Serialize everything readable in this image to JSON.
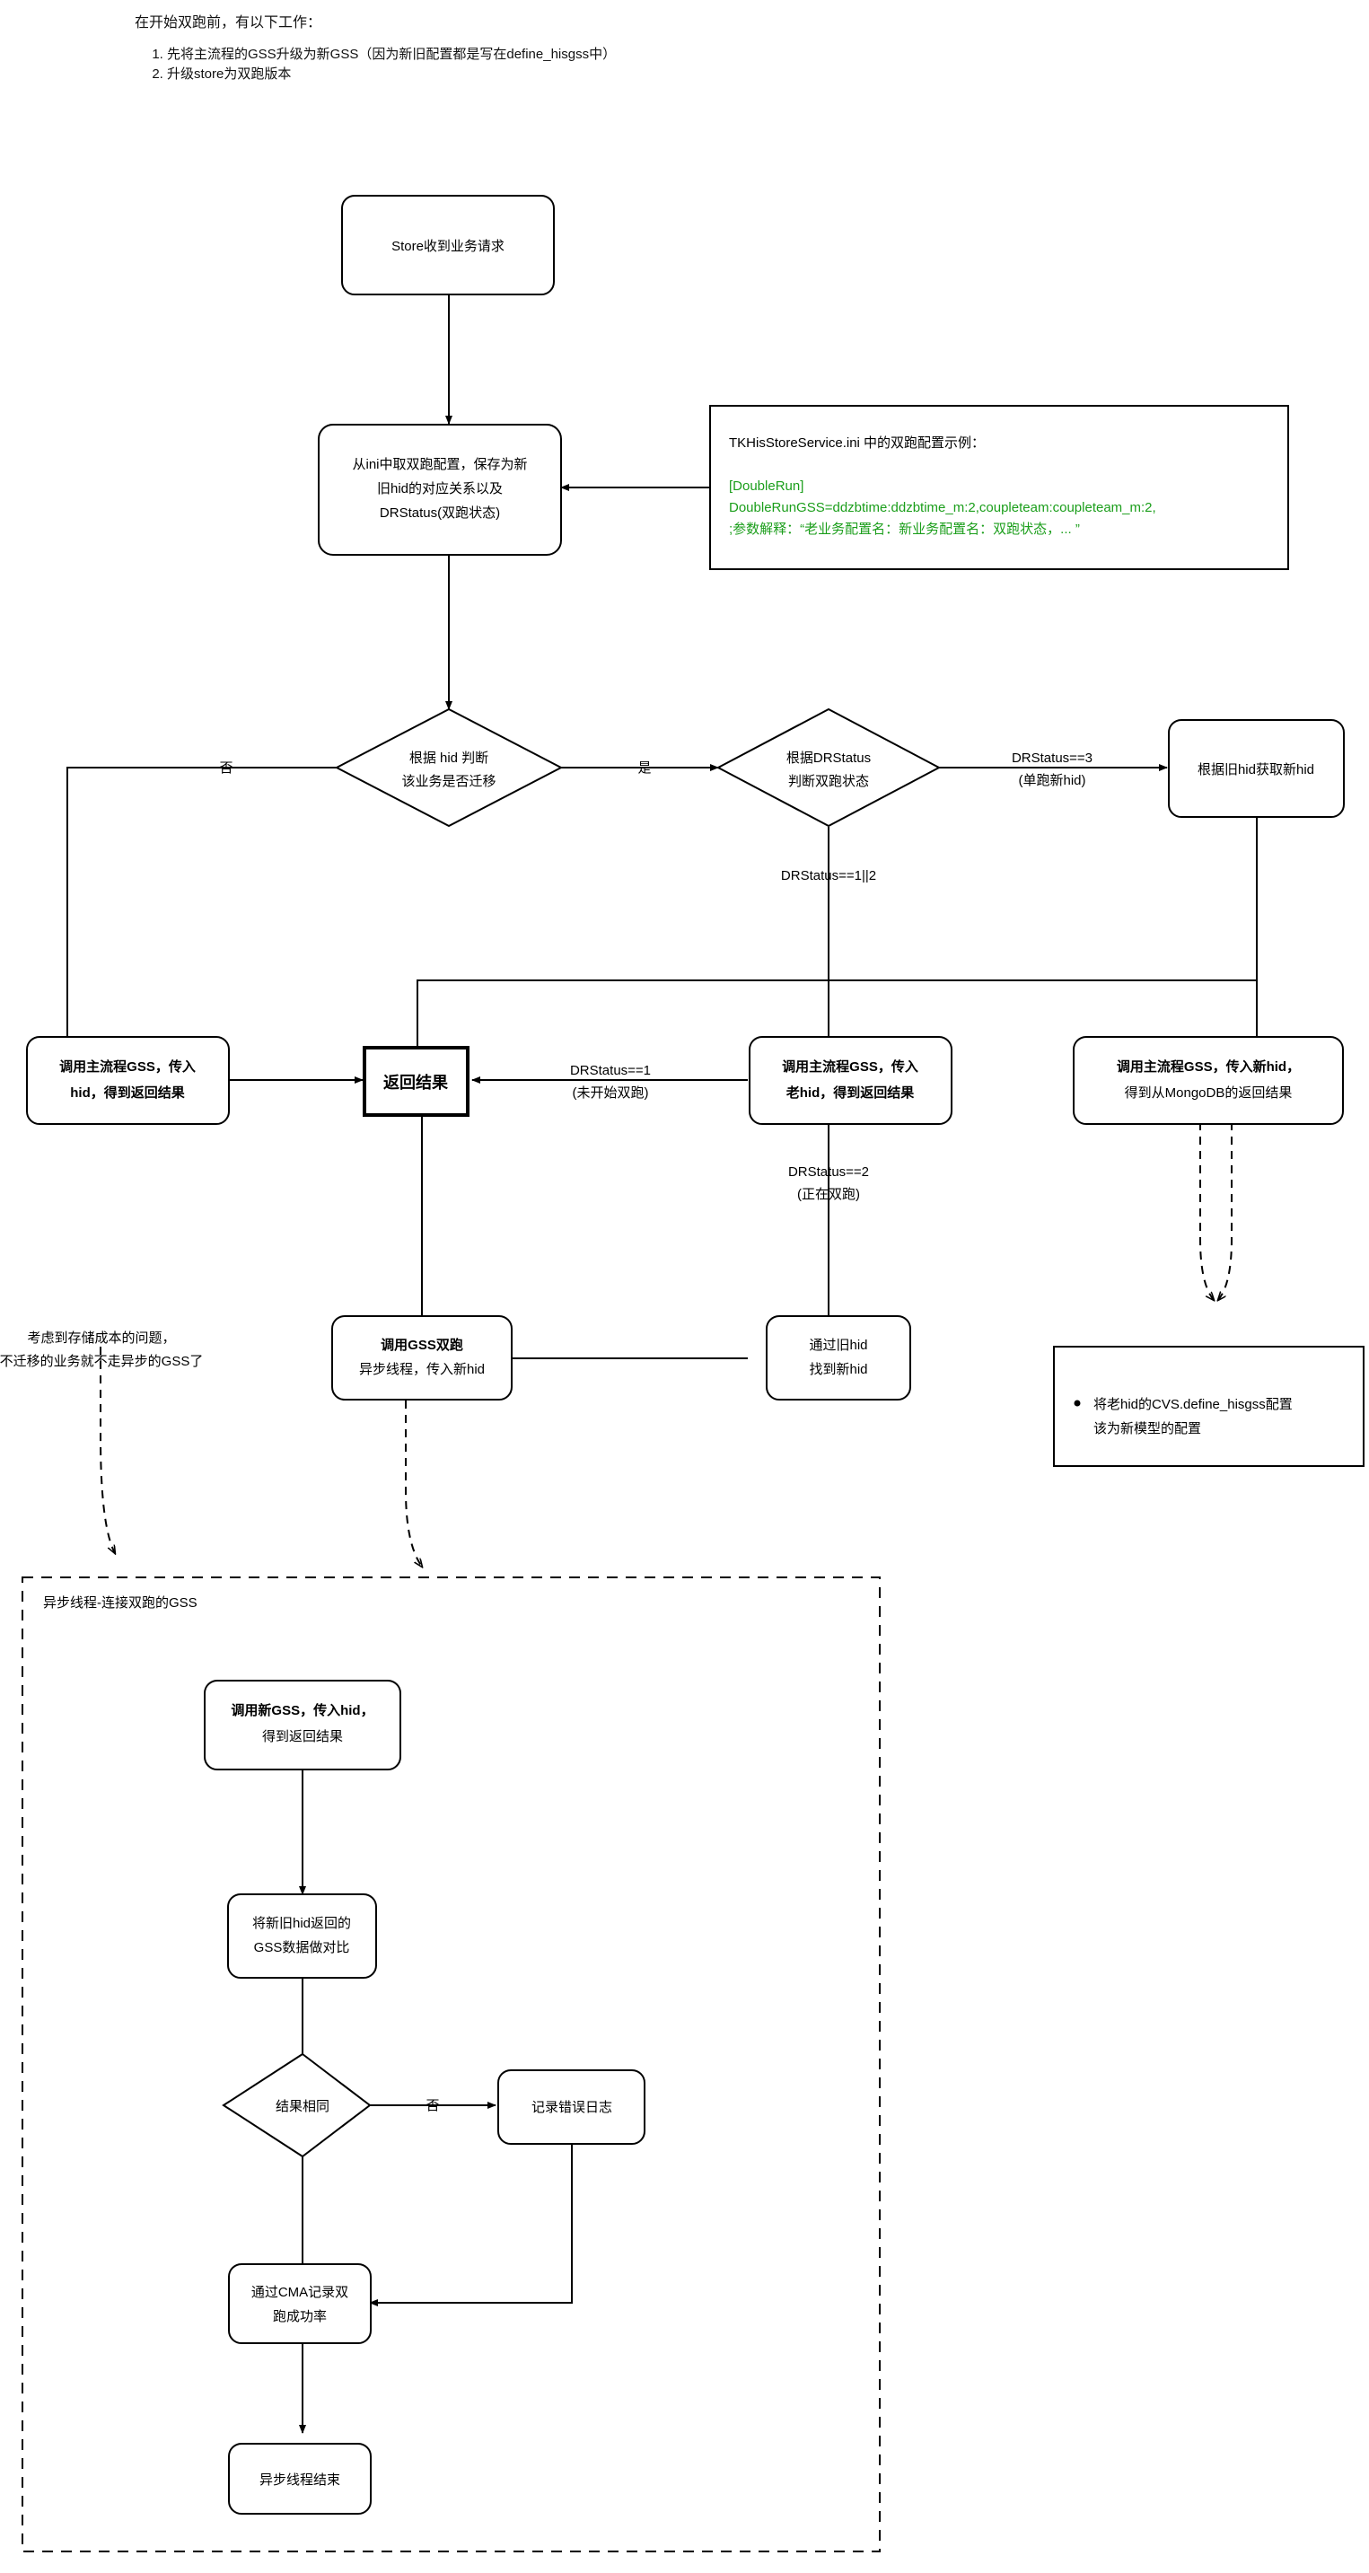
{
  "header": {
    "title": "在开始双跑前，有以下工作：",
    "items": [
      "先将主流程的GSS升级为新GSS（因为新旧配置都是写在define_hisgss中）",
      "升级store为双跑版本"
    ]
  },
  "colors": {
    "stroke": "#000000",
    "background": "#ffffff",
    "note_green": "#1b9e1b"
  },
  "chart_data": {
    "type": "diagram",
    "title": "Store 双跑流程图"
  },
  "nodes": {
    "store_request": {
      "label": "Store收到业务请求",
      "shape": "rounded-rect"
    },
    "read_ini": {
      "line1": "从ini中取双跑配置，保存为新",
      "line2": "旧hid的对应关系以及",
      "line3": "DRStatus(双跑状态)",
      "shape": "rounded-rect"
    },
    "config_note": {
      "title": "TKHisStoreService.ini 中的双跑配置示例：",
      "line1": "[DoubleRun]",
      "line2": "DoubleRunGSS=ddzbtime:ddzbtime_m:2,coupleteam:coupleteam_m:2,",
      "line3": ";参数解释：“老业务配置名：新业务配置名：双跑状态，... ”",
      "shape": "note"
    },
    "decide_hid": {
      "line1": "根据 hid 判断",
      "line2": "该业务是否迁移",
      "shape": "diamond"
    },
    "decide_drstatus": {
      "line1": "根据DRStatus",
      "line2": "判断双跑状态",
      "shape": "diamond"
    },
    "get_new_hid": {
      "label": "根据旧hid获取新hid",
      "shape": "rounded-rect"
    },
    "call_gss_hid": {
      "line1": "调用主流程GSS，传入",
      "line2": "hid，得到返回结果",
      "shape": "rounded-rect"
    },
    "return_result": {
      "label": "返回结果",
      "shape": "rect-thick"
    },
    "call_gss_old_hid": {
      "line1": "调用主流程GSS，传入",
      "line2": "老hid，得到返回结果",
      "shape": "rounded-rect"
    },
    "call_gss_new_hid": {
      "line1": "调用主流程GSS，传入新hid，",
      "line2": "得到从MongoDB的返回结果",
      "shape": "rounded-rect"
    },
    "find_new_hid": {
      "line1": "通过旧hid",
      "line2": "找到新hid",
      "shape": "rounded-rect"
    },
    "call_gss_double": {
      "line1": "调用GSS双跑",
      "line2": "异步线程，传入新hid",
      "shape": "rounded-rect"
    },
    "cost_note": {
      "line1": "考虑到存储成本的问题，",
      "line2": "不迁移的业务就不走异步的GSS了",
      "shape": "plain-text"
    },
    "define_hisgss_note": {
      "line1": "将老hid的CVS.define_hisgss配置",
      "line2": "该为新模型的配置",
      "shape": "note-bullet"
    },
    "async_container": {
      "label": "异步线程-连接双跑的GSS",
      "shape": "dashed-container"
    },
    "call_new_gss": {
      "line1": "调用新GSS，传入hid，",
      "line2": "得到返回结果",
      "shape": "rounded-rect"
    },
    "compare_gss": {
      "line1": "将新旧hid返回的",
      "line2": "GSS数据做对比",
      "shape": "rounded-rect"
    },
    "same_result": {
      "label": "结果相同",
      "shape": "diamond"
    },
    "log_error": {
      "label": "记录错误日志",
      "shape": "rounded-rect"
    },
    "cma_record": {
      "line1": "通过CMA记录双",
      "line2": "跑成功率",
      "shape": "rounded-rect"
    },
    "async_end": {
      "label": "异步线程结束",
      "shape": "rounded-rect"
    }
  },
  "edge_labels": {
    "no_migrate": "否",
    "yes_migrate": "是",
    "drstatus_3": "DRStatus==3",
    "drstatus_3_sub": "(单跑新hid)",
    "drstatus_1_or_2": "DRStatus==1||2",
    "drstatus_1": "DRStatus==1",
    "drstatus_1_sub": "(未开始双跑)",
    "drstatus_2": "DRStatus==2",
    "drstatus_2_sub": "(正在双跑)",
    "same_no": "否"
  }
}
